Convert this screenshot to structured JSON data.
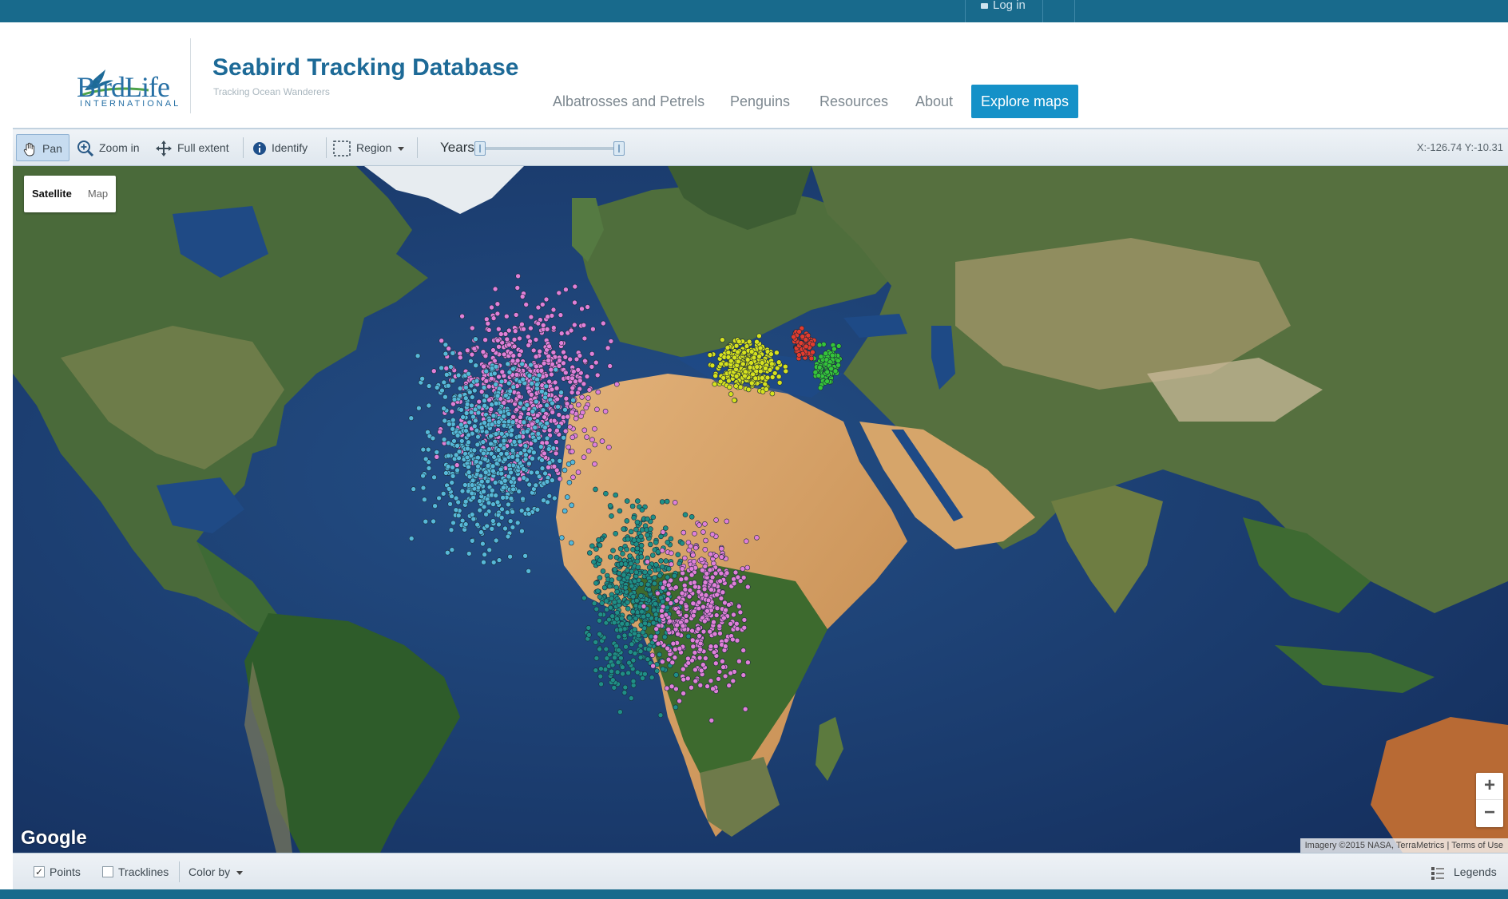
{
  "topbar": {
    "login_label": "Log in"
  },
  "header": {
    "logo_word": "BirdLife",
    "logo_sub": "INTERNATIONAL",
    "title": "Seabird Tracking Database",
    "tagline": "Tracking Ocean Wanderers",
    "nav": [
      {
        "label": "Albatrosses and Petrels"
      },
      {
        "label": "Penguins"
      },
      {
        "label": "Resources"
      },
      {
        "label": "About"
      },
      {
        "label": "Explore maps"
      }
    ]
  },
  "toolbar": {
    "pan": "Pan",
    "zoom_in": "Zoom in",
    "full_extent": "Full extent",
    "identify": "Identify",
    "region": "Region",
    "years_label": "Years",
    "coords": "X:-126.74 Y:-10.31"
  },
  "map": {
    "type_satellite": "Satellite",
    "type_map": "Map",
    "google": "Google",
    "imagery": "Imagery ©2015 NASA, TerraMetrics",
    "terms": "Terms of Use",
    "zoom_in_symbol": "+",
    "zoom_out_symbol": "−"
  },
  "bottombar": {
    "points": "Points",
    "tracklines": "Tracklines",
    "color_by": "Color by",
    "legends": "Legends",
    "points_checked": true,
    "tracklines_checked": false
  },
  "colors": {
    "brand_blue": "#186a8c",
    "accent": "#1591c8",
    "point_pink": "#e080d8",
    "point_cyan": "#56b8d8",
    "point_teal": "#1f8f86",
    "point_yellow": "#d6e21e",
    "point_green": "#35c53a",
    "point_red": "#e23b2e"
  }
}
